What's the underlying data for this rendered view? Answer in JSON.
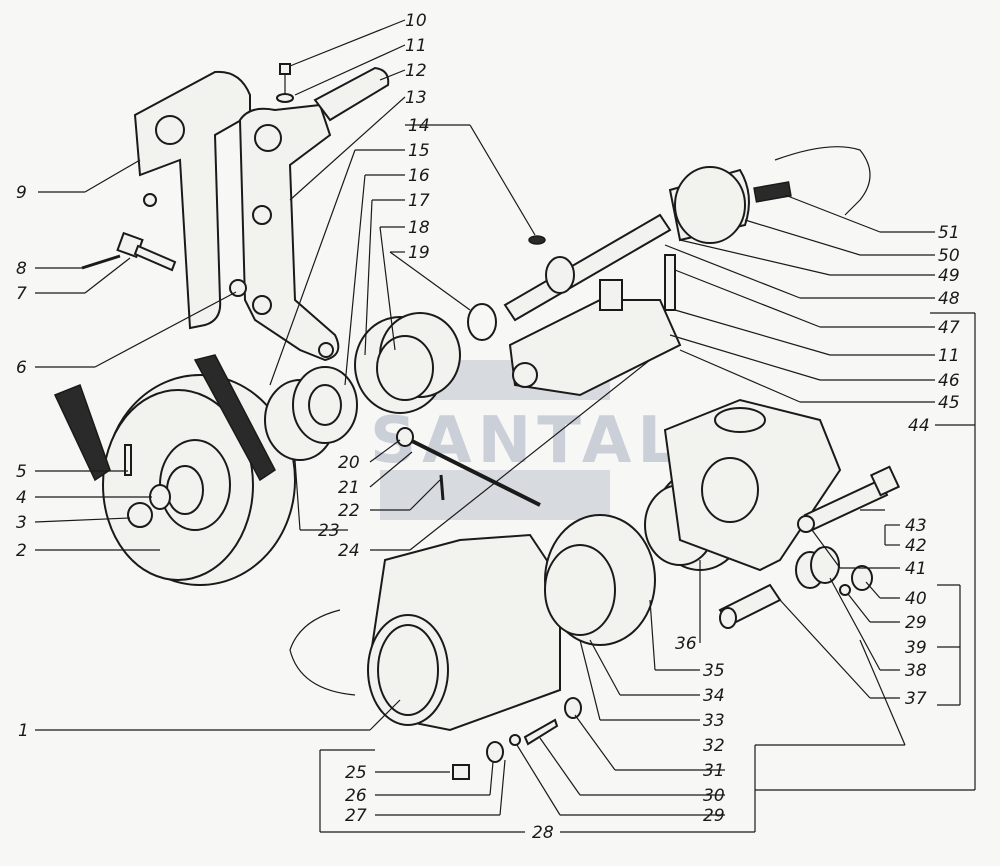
{
  "diagram": {
    "watermark": "SANTAL",
    "labels": [
      {
        "id": "l10",
        "text": "10"
      },
      {
        "id": "l11a",
        "text": "11"
      },
      {
        "id": "l12",
        "text": "12"
      },
      {
        "id": "l13",
        "text": "13"
      },
      {
        "id": "l14",
        "text": "14"
      },
      {
        "id": "l15",
        "text": "15"
      },
      {
        "id": "l16",
        "text": "16"
      },
      {
        "id": "l17",
        "text": "17"
      },
      {
        "id": "l18",
        "text": "18"
      },
      {
        "id": "l19",
        "text": "19"
      },
      {
        "id": "l9",
        "text": "9"
      },
      {
        "id": "l8",
        "text": "8"
      },
      {
        "id": "l7",
        "text": "7"
      },
      {
        "id": "l6",
        "text": "6"
      },
      {
        "id": "l5",
        "text": "5"
      },
      {
        "id": "l4",
        "text": "4"
      },
      {
        "id": "l3",
        "text": "3"
      },
      {
        "id": "l2",
        "text": "2"
      },
      {
        "id": "l1",
        "text": "1"
      },
      {
        "id": "l20",
        "text": "20"
      },
      {
        "id": "l21",
        "text": "21"
      },
      {
        "id": "l22",
        "text": "22"
      },
      {
        "id": "l23",
        "text": "23"
      },
      {
        "id": "l24",
        "text": "24"
      },
      {
        "id": "l51",
        "text": "51"
      },
      {
        "id": "l50",
        "text": "50"
      },
      {
        "id": "l49",
        "text": "49"
      },
      {
        "id": "l48",
        "text": "48"
      },
      {
        "id": "l47",
        "text": "47"
      },
      {
        "id": "l11b",
        "text": "11"
      },
      {
        "id": "l46",
        "text": "46"
      },
      {
        "id": "l45",
        "text": "45"
      },
      {
        "id": "l44",
        "text": "44"
      },
      {
        "id": "l43",
        "text": "43"
      },
      {
        "id": "l42",
        "text": "42"
      },
      {
        "id": "l41",
        "text": "41"
      },
      {
        "id": "l40",
        "text": "40"
      },
      {
        "id": "l29a",
        "text": "29"
      },
      {
        "id": "l39",
        "text": "39"
      },
      {
        "id": "l38",
        "text": "38"
      },
      {
        "id": "l37",
        "text": "37"
      },
      {
        "id": "l36",
        "text": "36"
      },
      {
        "id": "l35",
        "text": "35"
      },
      {
        "id": "l34",
        "text": "34"
      },
      {
        "id": "l33",
        "text": "33"
      },
      {
        "id": "l32",
        "text": "32"
      },
      {
        "id": "l31",
        "text": "31"
      },
      {
        "id": "l30",
        "text": "30"
      },
      {
        "id": "l29b",
        "text": "29"
      },
      {
        "id": "l28",
        "text": "28"
      },
      {
        "id": "l25",
        "text": "25"
      },
      {
        "id": "l26",
        "text": "26"
      },
      {
        "id": "l27",
        "text": "27"
      }
    ]
  }
}
